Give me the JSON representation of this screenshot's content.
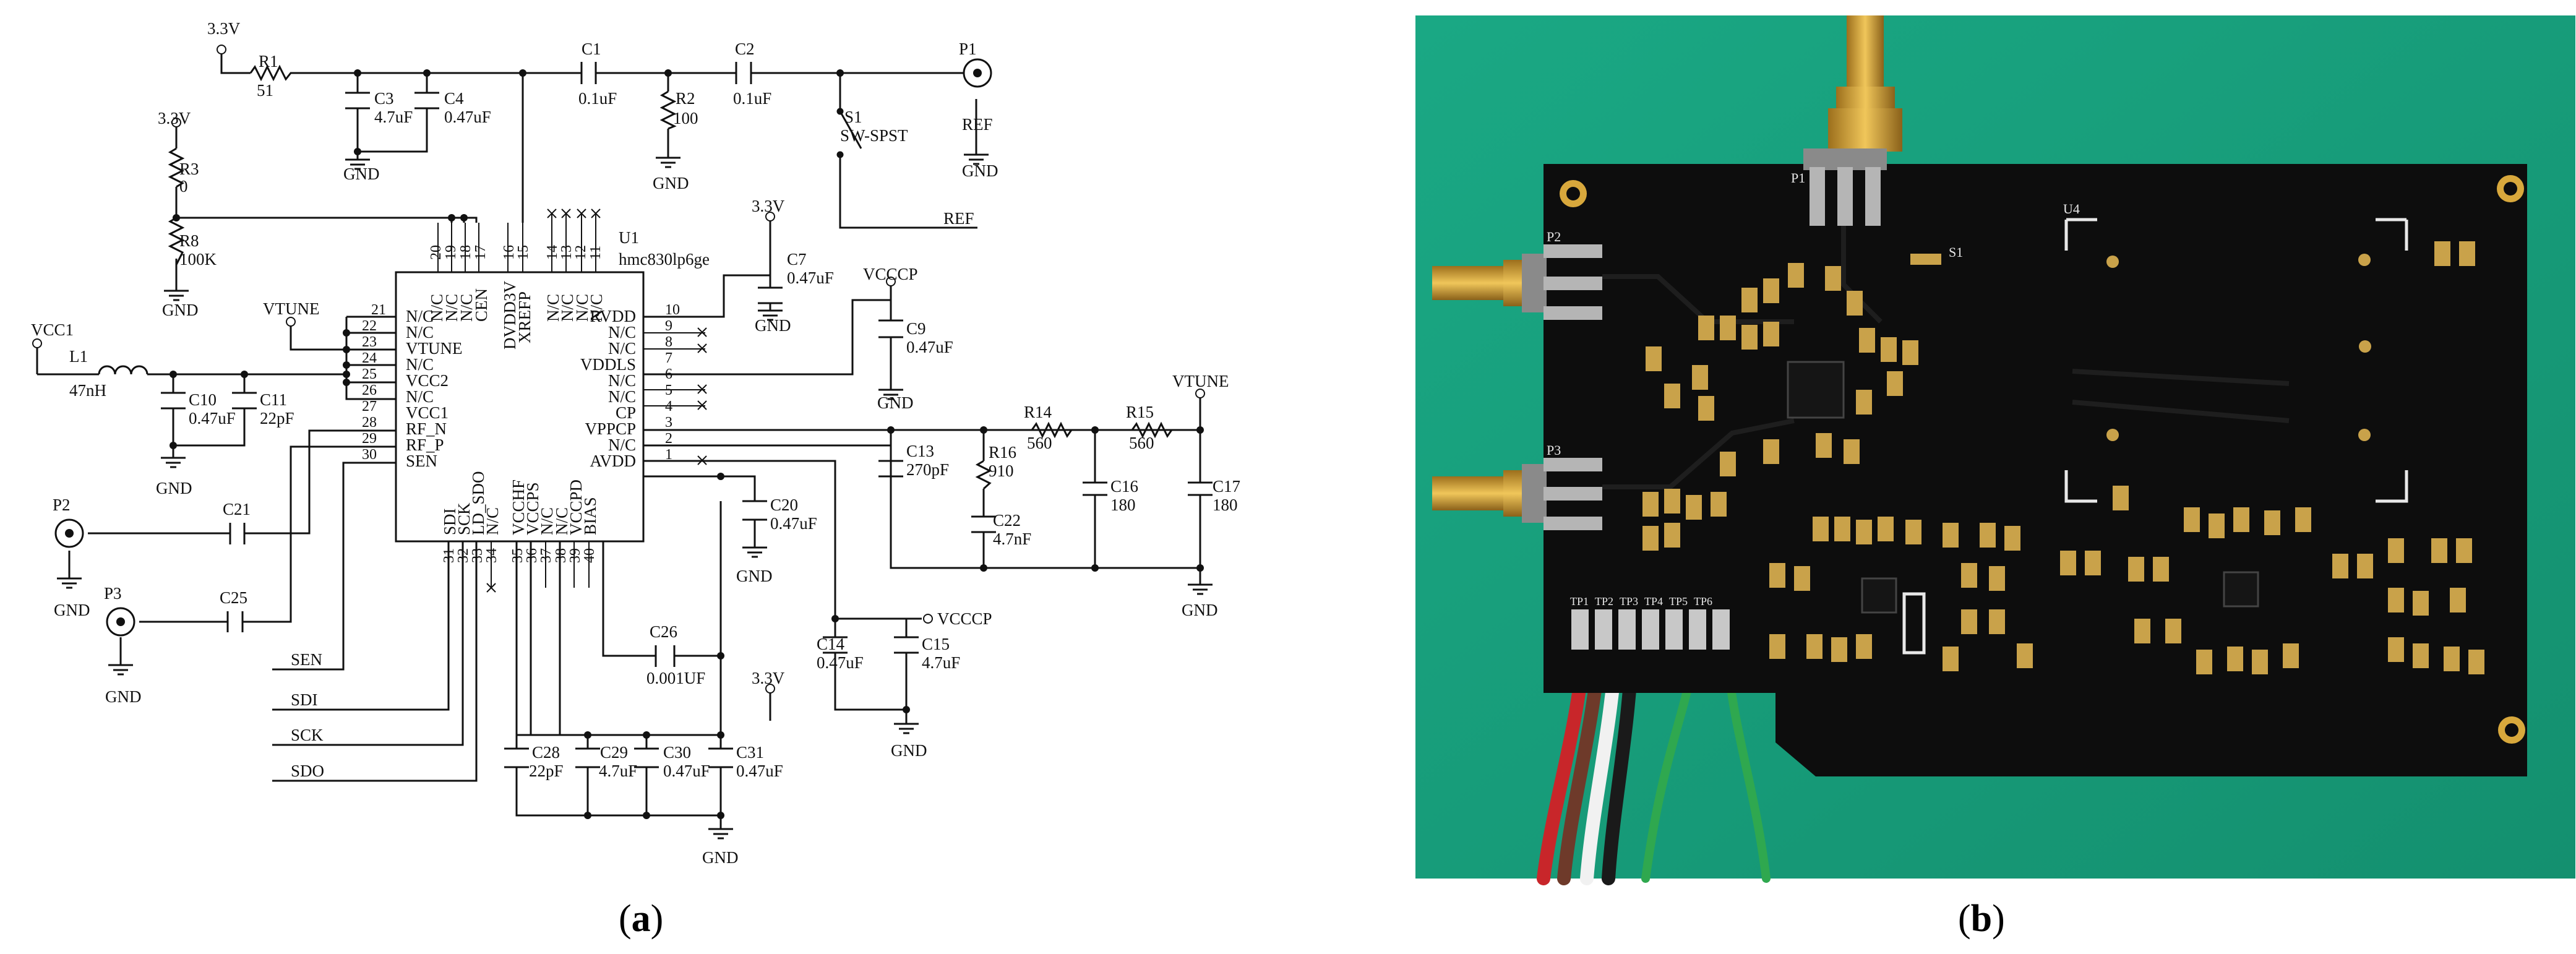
{
  "panel_a": {
    "caption_open": "(",
    "caption_letter": "a",
    "caption_close": ")",
    "chip": {
      "ref": "U1",
      "part": "hmc830lp6ge"
    },
    "left_pins": [
      {
        "num": "21",
        "name": "N/C"
      },
      {
        "num": "22",
        "name": "N/C"
      },
      {
        "num": "23",
        "name": "VTUNE"
      },
      {
        "num": "24",
        "name": "N/C"
      },
      {
        "num": "25",
        "name": "VCC2"
      },
      {
        "num": "26",
        "name": "N/C"
      },
      {
        "num": "27",
        "name": "VCC1"
      },
      {
        "num": "28",
        "name": "RF_N"
      },
      {
        "num": "29",
        "name": "RF_P"
      },
      {
        "num": "30",
        "name": "SEN"
      }
    ],
    "right_pins": [
      {
        "num": "10",
        "name": "RVDD"
      },
      {
        "num": "9",
        "name": "N/C"
      },
      {
        "num": "8",
        "name": "N/C"
      },
      {
        "num": "7",
        "name": "VDDLS"
      },
      {
        "num": "6",
        "name": "N/C"
      },
      {
        "num": "5",
        "name": "N/C"
      },
      {
        "num": "4",
        "name": "CP"
      },
      {
        "num": "3",
        "name": "VPPCP"
      },
      {
        "num": "2",
        "name": "N/C"
      },
      {
        "num": "1",
        "name": "AVDD"
      }
    ],
    "top_pins": [
      {
        "num": "20",
        "name": "N/C"
      },
      {
        "num": "19",
        "name": "N/C"
      },
      {
        "num": "18",
        "name": "N/C"
      },
      {
        "num": "17",
        "name": "CEN"
      },
      {
        "num": "16",
        "name": "DVDD3V"
      },
      {
        "num": "15",
        "name": "XREFP"
      },
      {
        "num": "14",
        "name": "N/C"
      },
      {
        "num": "13",
        "name": "N/C"
      },
      {
        "num": "12",
        "name": "N/C"
      },
      {
        "num": "11",
        "name": "N/C"
      }
    ],
    "bottom_pins": [
      {
        "num": "31",
        "name": "SDI"
      },
      {
        "num": "32",
        "name": "SCK"
      },
      {
        "num": "33",
        "name": "LD_SDO"
      },
      {
        "num": "34",
        "name": "N/C"
      },
      {
        "num": "35",
        "name": "VCCHF"
      },
      {
        "num": "36",
        "name": "VCCPS"
      },
      {
        "num": "37",
        "name": "N/C"
      },
      {
        "num": "38",
        "name": "N/C"
      },
      {
        "num": "39",
        "name": "VCCPD"
      },
      {
        "num": "40",
        "name": "BIAS"
      }
    ],
    "components": {
      "r1": {
        "ref": "R1",
        "value": "51"
      },
      "r2": {
        "ref": "R2",
        "value": "100"
      },
      "r3": {
        "ref": "R3",
        "value": "0"
      },
      "r8": {
        "ref": "R8",
        "value": "100K"
      },
      "r14": {
        "ref": "R14",
        "value": "560"
      },
      "r15": {
        "ref": "R15",
        "value": "560"
      },
      "r16": {
        "ref": "R16",
        "value": "910"
      },
      "l1": {
        "ref": "L1",
        "value": "47nH"
      },
      "c1": {
        "ref": "C1",
        "value": "0.1uF"
      },
      "c2": {
        "ref": "C2",
        "value": "0.1uF"
      },
      "c3": {
        "ref": "C3",
        "value": "4.7uF"
      },
      "c4": {
        "ref": "C4",
        "value": "0.47uF"
      },
      "c7": {
        "ref": "C7",
        "value": "0.47uF"
      },
      "c9": {
        "ref": "C9",
        "value": "0.47uF"
      },
      "c10": {
        "ref": "C10",
        "value": "0.47uF"
      },
      "c11": {
        "ref": "C11",
        "value": "22pF"
      },
      "c13": {
        "ref": "C13",
        "value": "270pF"
      },
      "c14": {
        "ref": "C14",
        "value": "0.47uF"
      },
      "c15": {
        "ref": "C15",
        "value": "4.7uF"
      },
      "c16": {
        "ref": "C16",
        "value": "180"
      },
      "c17": {
        "ref": "C17",
        "value": "180"
      },
      "c20": {
        "ref": "C20",
        "value": "0.47uF"
      },
      "c21": {
        "ref": "C21",
        "value": ""
      },
      "c22": {
        "ref": "C22",
        "value": "4.7nF"
      },
      "c25": {
        "ref": "C25",
        "value": ""
      },
      "c26": {
        "ref": "C26",
        "value": "0.001UF"
      },
      "c28": {
        "ref": "C28",
        "value": "22pF"
      },
      "c29": {
        "ref": "C29",
        "value": "4.7uF"
      },
      "c30": {
        "ref": "C30",
        "value": "0.47uF"
      },
      "c31": {
        "ref": "C31",
        "value": "0.47uF"
      },
      "s1": {
        "ref": "S1",
        "value": "SW-SPST"
      },
      "p1": {
        "ref": "P1",
        "value": "REF"
      },
      "p2": {
        "ref": "P2",
        "value": ""
      },
      "p3": {
        "ref": "P3",
        "value": ""
      }
    },
    "nets": {
      "v33": "3.3V",
      "gnd": "GND",
      "vtune": "VTUNE",
      "vcc1": "VCC1",
      "vcccp": "VCCCP",
      "ref": "REF",
      "sen": "SEN",
      "sdi": "SDI",
      "sck": "SCK",
      "sdo": "SDO"
    }
  },
  "panel_b": {
    "caption_open": "(",
    "caption_letter": "b",
    "caption_close": ")",
    "silkscreen": {
      "p1": "P1",
      "p2": "P2",
      "p3": "P3",
      "u4": "U4",
      "s1": "S1",
      "tp1": "TP1",
      "tp2": "TP2",
      "tp3": "TP3",
      "tp4": "TP4",
      "tp5": "TP5",
      "tp6": "TP6"
    },
    "colors": {
      "background_mat": "#17a37e",
      "pcb": "#0d0d0d",
      "pads": "#c9a24a",
      "sma_gold": "#d8a83c"
    },
    "wire_colors": [
      "red",
      "brown",
      "white",
      "black",
      "green",
      "green"
    ]
  }
}
